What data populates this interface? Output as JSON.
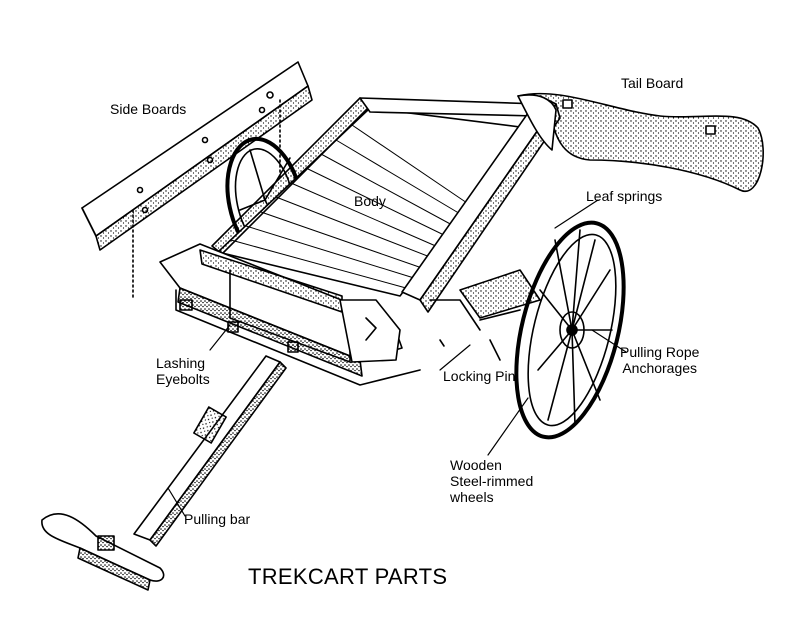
{
  "title": "TREKCART PARTS",
  "labels": {
    "side_boards": "Side Boards",
    "tail_board": "Tail Board",
    "body": "Body",
    "leaf_springs": "Leaf springs",
    "lashing_eyebolts": [
      "Lashing",
      "Eyebolts"
    ],
    "locking_pin": "Locking Pin",
    "pulling_rope_anchorages": [
      "Pulling Rope",
      "Anchorages"
    ],
    "wooden_wheels": [
      "Wooden",
      "Steel-rimmed",
      "wheels"
    ],
    "pulling_bar": "Pulling bar"
  }
}
